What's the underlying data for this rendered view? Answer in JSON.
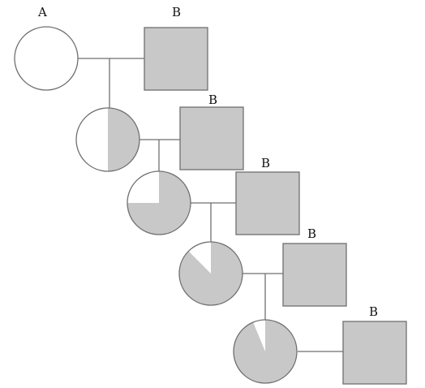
{
  "labels": {
    "gen1_female": "A",
    "gen1_male": "B",
    "gen2_male": "B",
    "gen3_male": "B",
    "gen4_male": "B",
    "gen5_male": "B"
  },
  "colors": {
    "fill": "#c8c8c8",
    "outline": "#6f6f6f",
    "background": "#ffffff"
  },
  "generations": [
    {
      "female_fraction_shaded": 0.0,
      "male_shaded": true
    },
    {
      "female_fraction_shaded": 0.5,
      "male_shaded": true
    },
    {
      "female_fraction_shaded": 0.75,
      "male_shaded": true
    },
    {
      "female_fraction_shaded": 0.875,
      "male_shaded": true
    },
    {
      "female_fraction_shaded": 0.9375,
      "male_shaded": true
    }
  ]
}
